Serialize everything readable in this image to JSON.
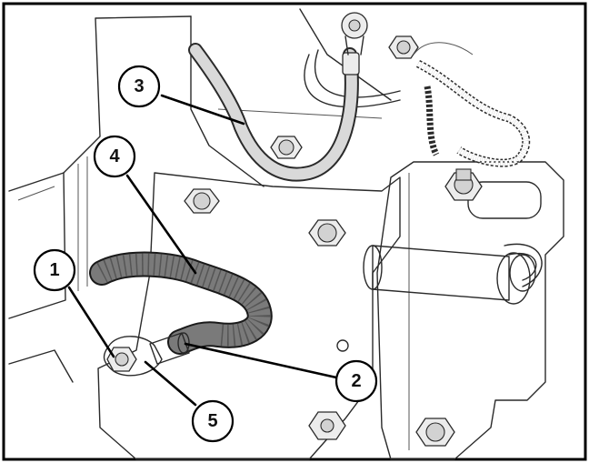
{
  "callouts": [
    {
      "id": "1",
      "label": "1"
    },
    {
      "id": "2",
      "label": "2"
    },
    {
      "id": "3",
      "label": "3"
    },
    {
      "id": "4",
      "label": "4"
    },
    {
      "id": "5",
      "label": "5"
    }
  ],
  "colors": {
    "line": "#2a2a2a",
    "strap_fill": "#7a7a7a",
    "cable_fill": "#d9d9d9",
    "background": "#ffffff",
    "frame": "#000000"
  }
}
